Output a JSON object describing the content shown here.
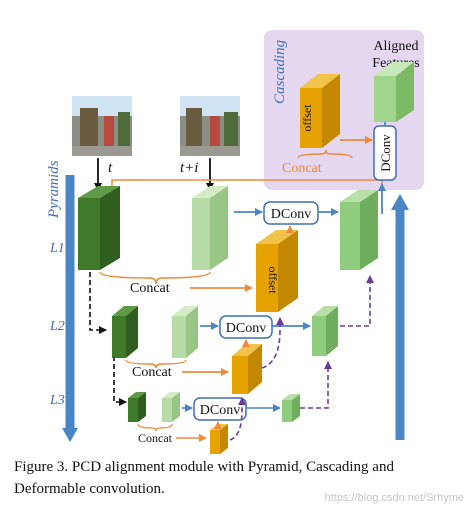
{
  "inputs": {
    "frame_t": "t",
    "frame_ti": "t+i"
  },
  "labels": {
    "pyramids": "Pyramids",
    "cascading": "Cascading",
    "aligned_features": "Aligned Features",
    "l1": "L1",
    "l2": "L2",
    "l3": "L3",
    "concat": "Concat",
    "dconv": "DConv",
    "offset": "offset"
  },
  "caption": "Figure 3.  PCD alignment module with Pyramid, Cascading and Deformable convolution.",
  "watermark": "https://blog.csdn.net/Srhyme",
  "colors": {
    "dark_green": "#3f7a2a",
    "light_green": "#b7dba6",
    "mid_green": "#8fcc7e",
    "offset_orange": "#e6a300",
    "arrow_blue": "#4a86c5",
    "arrow_orange": "#ee8a3c",
    "arrow_purple": "#6a3d9a",
    "cascading_bg": "#e4d7ef",
    "dconv_border": "#3d6fb6"
  }
}
